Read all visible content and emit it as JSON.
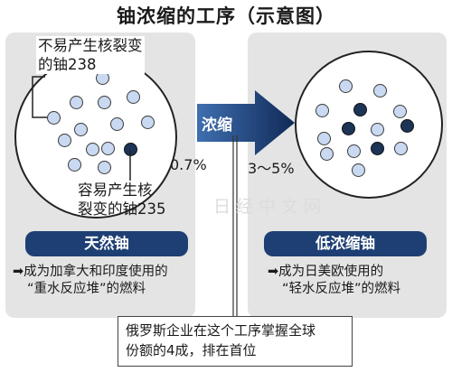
{
  "title": "铀浓缩的工序（示意图）",
  "left": {
    "label_u238_line1": "不易产生核裂变",
    "label_u238_line2": "的铀238",
    "label_u235_line1": "容易产生核",
    "label_u235_line2": "裂变的铀235",
    "pill": "天然铀",
    "note_line1": "➡成为加拿大和印度使用的",
    "note_line2": "“重水反应堆”的燃料",
    "percent": "0.7%"
  },
  "arrow": {
    "label": "浓缩"
  },
  "right": {
    "percent": "3～5%",
    "pill": "低浓缩铀",
    "note_line1": "➡成为日美欧使用的",
    "note_line2": "“轻水反应堆”的燃料"
  },
  "callout": {
    "line1": "俄罗斯企业在这个工序掌握全球",
    "line2": "份额的4成，排在首位"
  },
  "watermark": "日经中文网",
  "colors": {
    "u238_fill": "#c9d9f1",
    "u235_fill": "#1c3456",
    "accent_navy": "#1e3f73",
    "panel_gray": "#e4e4e4"
  }
}
